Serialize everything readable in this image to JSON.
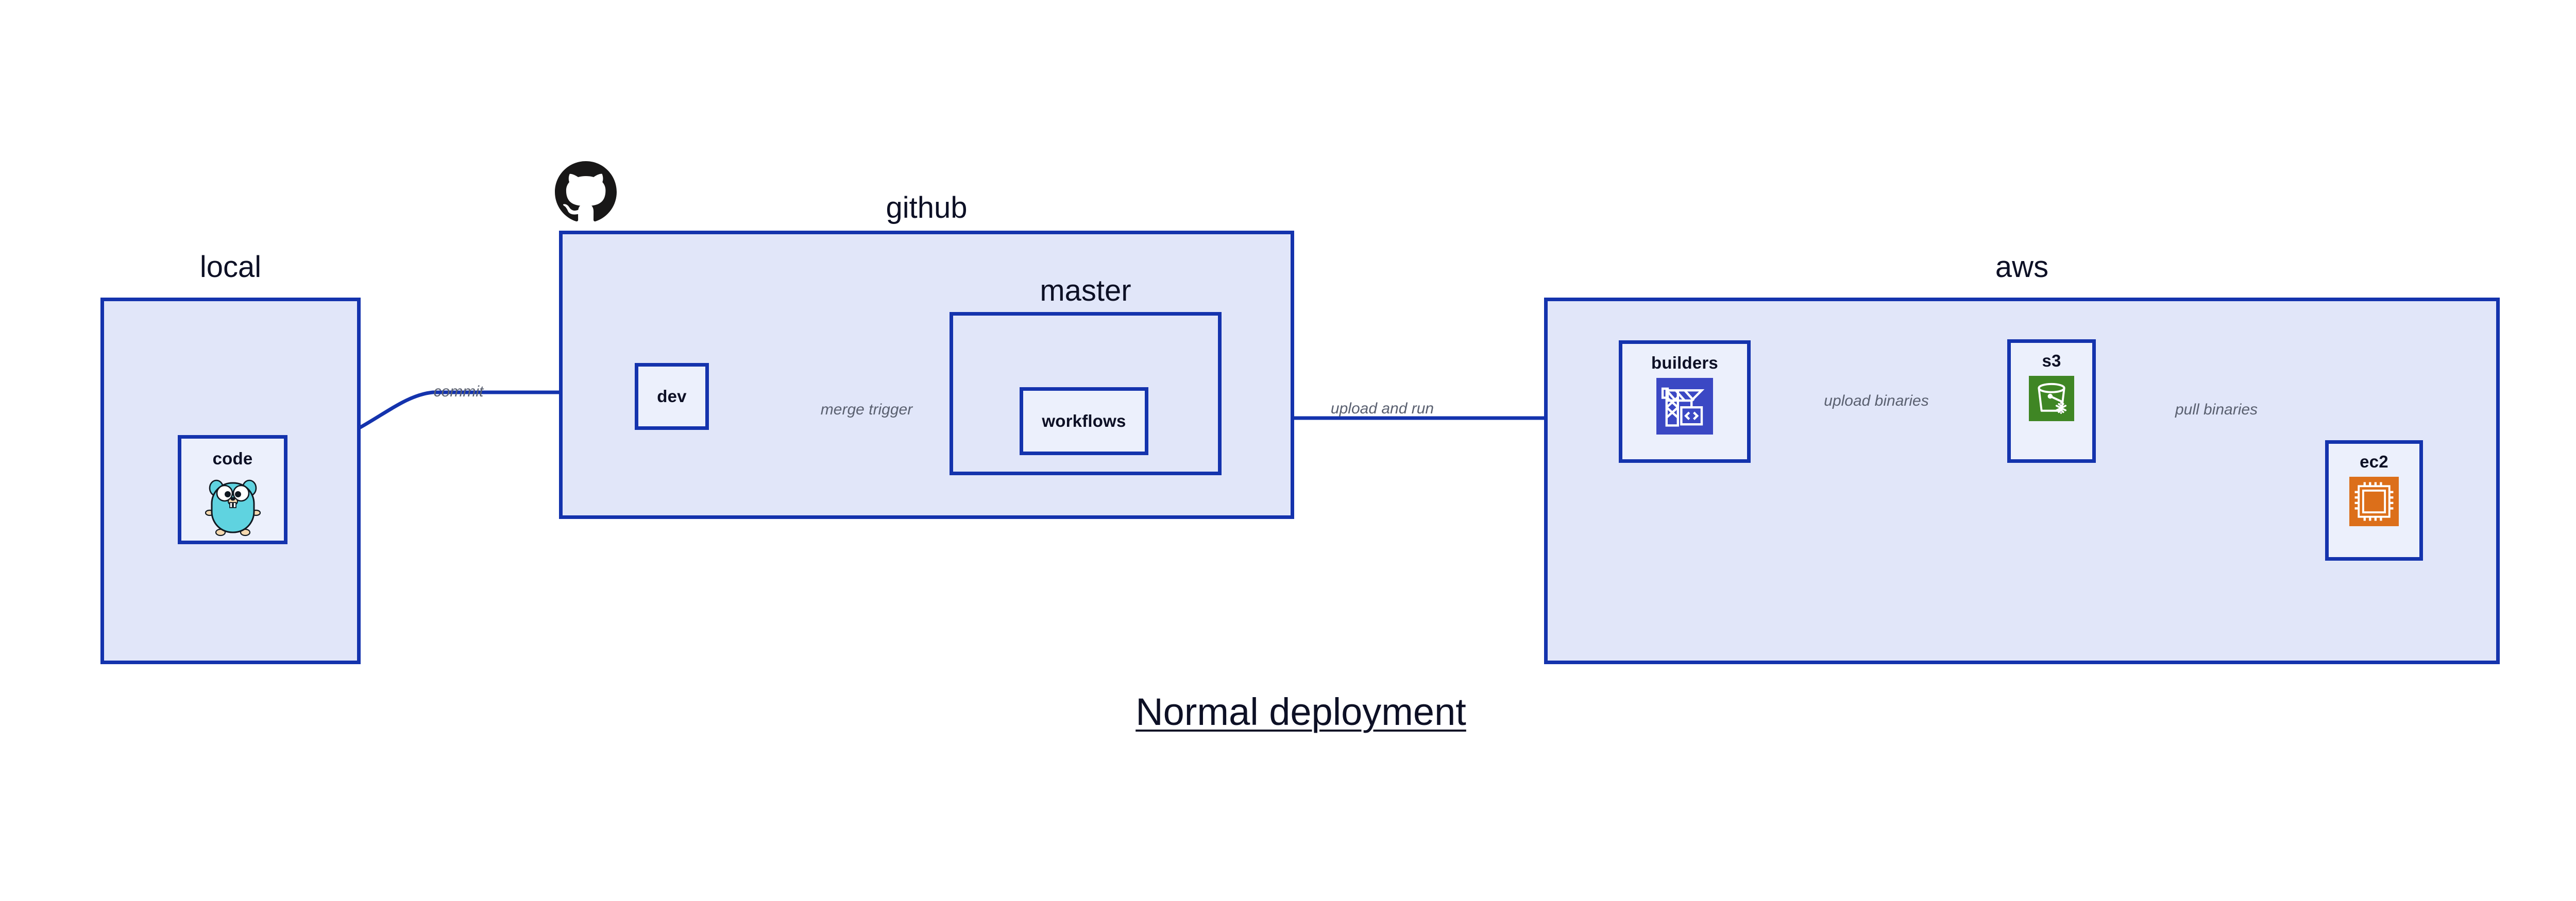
{
  "title": "Normal deployment",
  "colors": {
    "container_fill": "#E1E6F9",
    "node_fill": "#ECF0FC",
    "stroke": "#1433AD",
    "text": "#0D1025",
    "edge_label": "#5A6070",
    "gopher_body": "#5FD3E0",
    "builders_icon_bg": "#3B48C4",
    "s3_icon_bg": "#3F8624",
    "ec2_icon_bg": "#DC6F1A",
    "github_logo": "#181717"
  },
  "groups": [
    {
      "id": "local",
      "label": "local"
    },
    {
      "id": "github",
      "label": "github"
    },
    {
      "id": "master",
      "label": "master"
    },
    {
      "id": "aws",
      "label": "aws"
    }
  ],
  "nodes": [
    {
      "id": "code",
      "label": "code",
      "icon": "go-gopher-icon"
    },
    {
      "id": "dev",
      "label": "dev",
      "icon": "none"
    },
    {
      "id": "workflows",
      "label": "workflows",
      "icon": "none"
    },
    {
      "id": "builders",
      "label": "builders",
      "icon": "aws-builders-crane-icon"
    },
    {
      "id": "s3",
      "label": "s3",
      "icon": "aws-s3-bucket-icon"
    },
    {
      "id": "ec2",
      "label": "ec2",
      "icon": "aws-ec2-chip-icon"
    }
  ],
  "edges": [
    {
      "id": "code-to-dev",
      "label": "commit",
      "from": "code",
      "to": "dev"
    },
    {
      "id": "dev-to-workflows",
      "label": "merge trigger",
      "from": "dev",
      "to": "workflows"
    },
    {
      "id": "workflows-to-build",
      "label": "upload and run",
      "from": "workflows",
      "to": "builders"
    },
    {
      "id": "builders-to-s3",
      "label": "upload binaries",
      "from": "builders",
      "to": "s3"
    },
    {
      "id": "s3-to-ec2",
      "label": "pull binaries",
      "from": "s3",
      "to": "ec2"
    }
  ],
  "logos": [
    {
      "id": "github-logo",
      "name": "github-octocat-logo"
    }
  ]
}
